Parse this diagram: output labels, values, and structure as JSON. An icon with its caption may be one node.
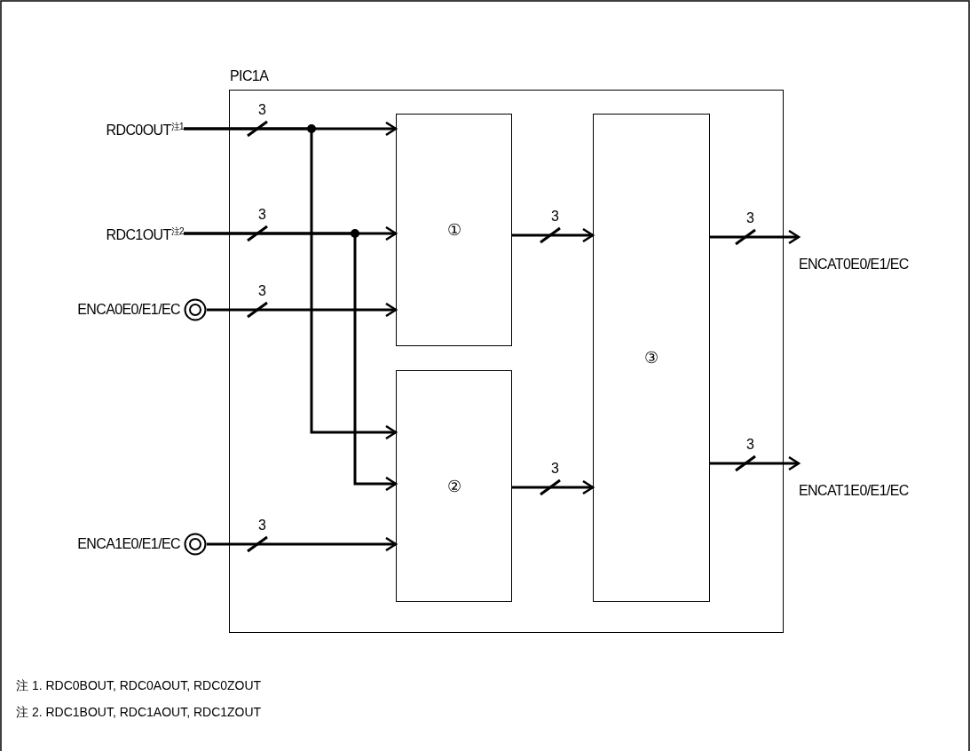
{
  "diagram": {
    "nodes": [
      {
        "text": [
          "PIC1A"
        ]
      },
      {
        "text": [
          "①"
        ],
        "in": 0
      },
      {
        "text": [
          "②"
        ],
        "in": 0
      },
      {
        "text": [
          "③"
        ],
        "in": 0
      },
      {
        "text": [
          "RDC0OUT$^{注1}$"
        ]
      },
      {
        "text": [
          "RDC1OUT$^{注2}$"
        ]
      },
      {
        "text": [
          "ENCA0E0/E1/EC"
        ]
      },
      {
        "text": [
          "ENCA1E0/E1/EC"
        ]
      },
      {
        "text": [
          "ENCAT0E0/E1/EC"
        ]
      },
      {
        "text": [
          "ENCAT1E0/E1/EC"
        ]
      }
    ],
    "edges": [
      {
        "from": 4,
        "to": 1,
        "arrow": "to",
        "label": "3"
      },
      {
        "from": 5,
        "to": 1,
        "arrow": "to",
        "label": "3"
      },
      {
        "from": 6,
        "to": 1,
        "arrow": "to",
        "label": "3"
      },
      {
        "from": 4,
        "to": 2,
        "arrow": "to"
      },
      {
        "from": 5,
        "to": 2,
        "arrow": "to"
      },
      {
        "from": 7,
        "to": 2,
        "arrow": "to",
        "label": "3"
      },
      {
        "from": 1,
        "to": 3,
        "arrow": "to",
        "label": "3"
      },
      {
        "from": 2,
        "to": 3,
        "arrow": "to",
        "label": "3"
      },
      {
        "from": 3,
        "to": 8,
        "arrow": "to",
        "label": "3"
      },
      {
        "from": 3,
        "to": 9,
        "arrow": "to",
        "label": "3"
      }
    ],
    "labels": [
      "注 1. RDC0BOUT, RDC0AOUT, RDC0ZOUT",
      "注 2. RDC1BOUT, RDC1AOUT, RDC1ZOUT"
    ]
  }
}
